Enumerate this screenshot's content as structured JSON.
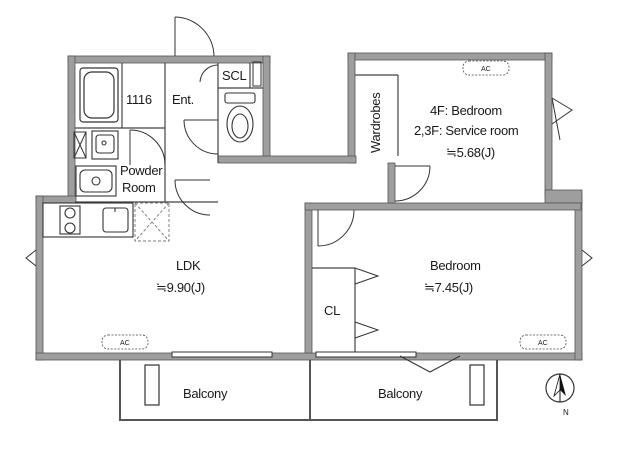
{
  "rooms": {
    "unit_number": "1116",
    "entrance": "Ent.",
    "shoe_closet": "SCL",
    "wardrobes": "Wardrobes",
    "bedroom_4f": "4F: Bedroom",
    "service_room": "2,3F: Service room",
    "bedroom_4f_area": "≒5.68(J)",
    "powder_room_1": "Powder",
    "powder_room_2": "Room",
    "ldk": "LDK",
    "ldk_area": "≒9.90(J)",
    "bedroom": "Bedroom",
    "bedroom_area": "≒7.45(J)",
    "closet": "CL",
    "balcony_left": "Balcony",
    "balcony_right": "Balcony"
  },
  "ac_units": [
    "AC",
    "AC",
    "AC"
  ],
  "compass": {
    "label": "N"
  }
}
